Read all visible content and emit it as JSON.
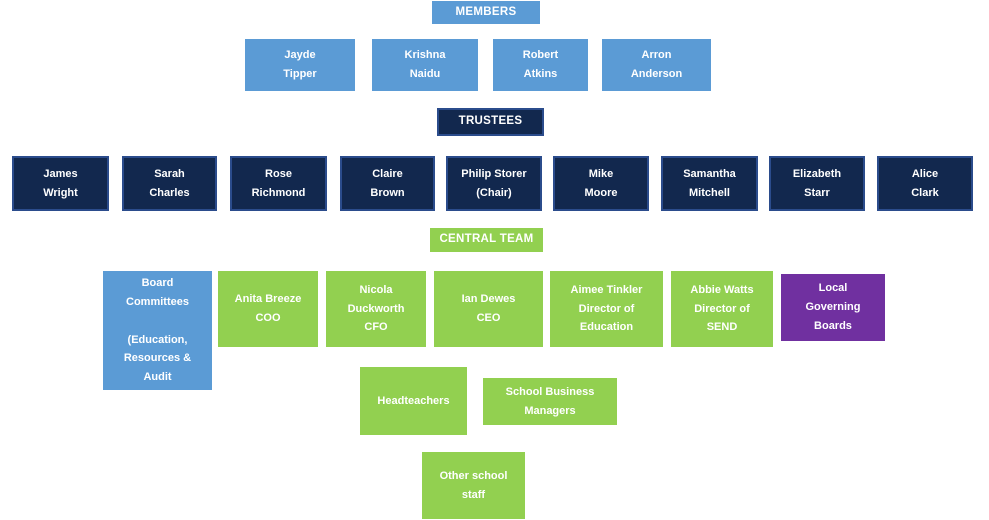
{
  "palette": {
    "member_blue": "#5B9BD5",
    "trustee_navy_fill": "#12284E",
    "trustee_navy_border": "#2B4C8C",
    "central_green": "#92D050",
    "governing_purple": "#7030A0",
    "text_white": "#FFFFFF"
  },
  "sections": {
    "members": {
      "header": "MEMBERS",
      "items": [
        "Jayde\nTipper",
        "Krishna\nNaidu",
        "Robert\nAtkins",
        "Arron\nAnderson"
      ]
    },
    "trustees": {
      "header": "TRUSTEES",
      "items": [
        "James\nWright",
        "Sarah\nCharles",
        "Rose\nRichmond",
        "Claire\nBrown",
        "Philip Storer\n(Chair)",
        "Mike\nMoore",
        "Samantha\nMitchell",
        "Elizabeth\nStarr",
        "Alice\nClark"
      ]
    },
    "central_team": {
      "header": "CENTRAL TEAM",
      "board_committees": "Board\nCommittees\n\n(Education,\nResources &\nAudit",
      "items": [
        "Anita Breeze\nCOO",
        "Nicola\nDuckworth\nCFO",
        "Ian Dewes\nCEO",
        "Aimee Tinkler\nDirector of\nEducation",
        "Abbie Watts\nDirector of\nSEND"
      ],
      "local_governing_boards": "Local\nGoverning\nBoards",
      "staff": [
        "Headteachers",
        "School Business\nManagers",
        "Other school\nstaff"
      ]
    }
  }
}
